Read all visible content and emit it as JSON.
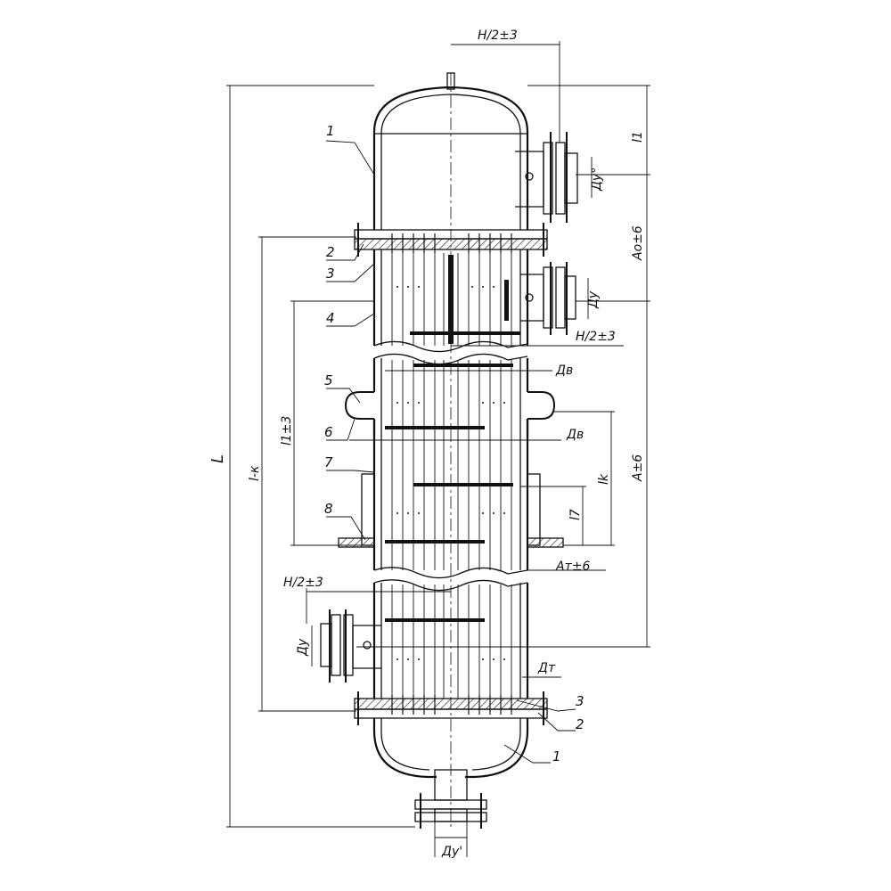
{
  "dimensions": {
    "overall_length": "L",
    "shell_length": "l-к",
    "tube_length": "l1±3",
    "expansion_span": "lk",
    "support_height": "l7",
    "top_cover": "l1",
    "top_nozzle_spacing": "Ao±6",
    "nozzle_spacing": "A±6",
    "support_offset": "Aт±6",
    "half_width_top": "H/2±3",
    "half_width_mid": "H/2±3",
    "half_width_bottom": "H/2±3"
  },
  "nozzles": {
    "top_cover": "Ду°",
    "top_shell": "Ду",
    "bottom_shell": "Ду",
    "bottom_outlet": "Ду'",
    "compensator_1": "Дв",
    "compensator_2": "Дв",
    "lower_baffle": "Дт"
  },
  "callouts": {
    "p1_top": "1",
    "p2_top": "2",
    "p3_top": "3",
    "p4": "4",
    "p5": "5",
    "p6": "6",
    "p7": "7",
    "p8": "8",
    "p3_bottom": "3",
    "p2_bottom": "2",
    "p1_bottom": "1"
  },
  "colors": {
    "ink": "#111111",
    "hatch": "#333333"
  }
}
